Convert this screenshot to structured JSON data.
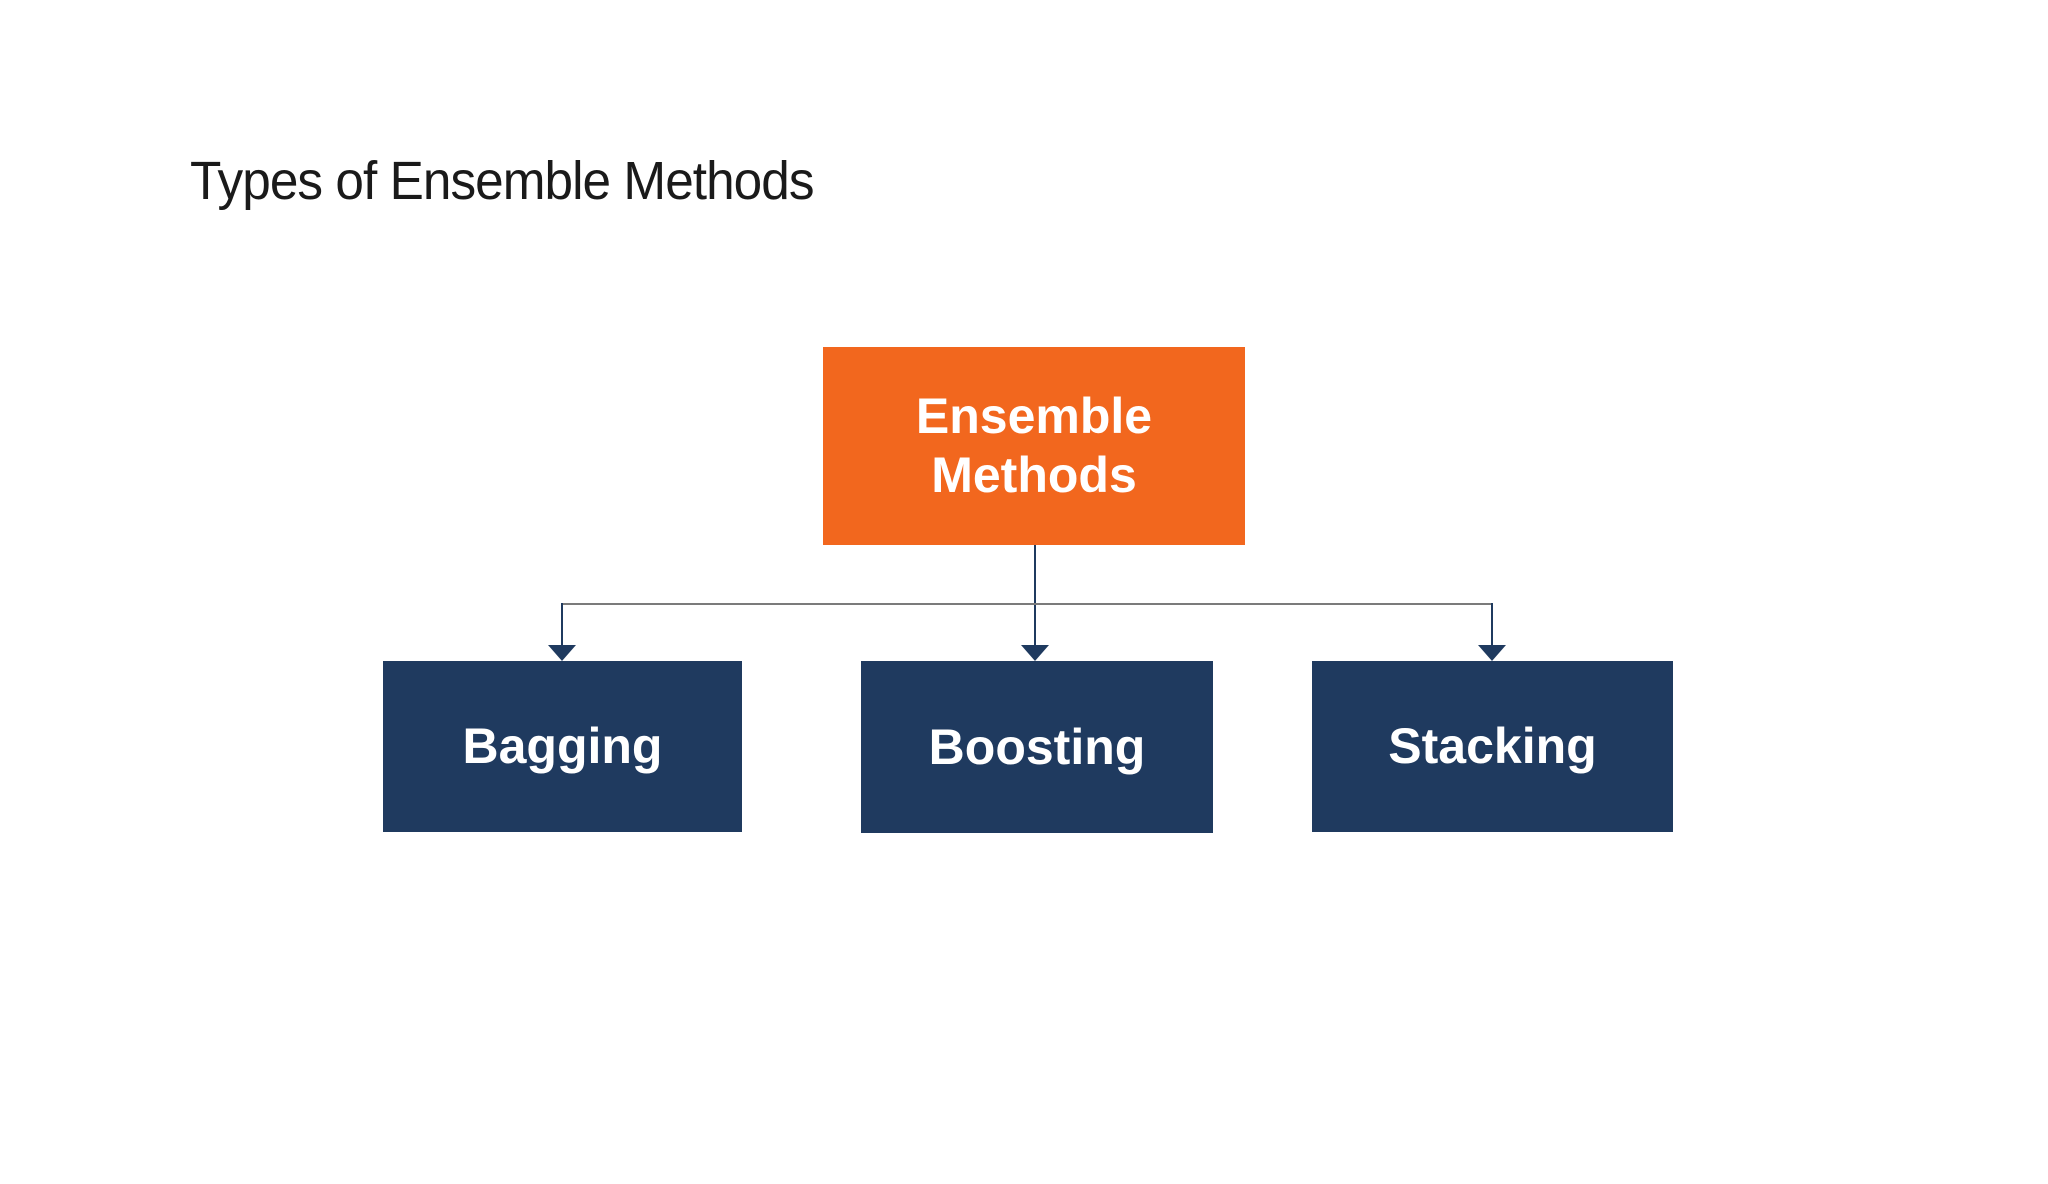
{
  "title": "Types of Ensemble Methods",
  "diagram": {
    "type": "tree",
    "root": {
      "label": "Ensemble Methods"
    },
    "children": [
      {
        "label": "Bagging"
      },
      {
        "label": "Boosting"
      },
      {
        "label": "Stacking"
      }
    ]
  },
  "colors": {
    "page-bg": "#ffffff",
    "title-color": "#1a1a1a",
    "root-fill": "#F2671E",
    "child-fill": "#1F3A5F",
    "node-text": "#ffffff",
    "connector": "#1F3A5F",
    "connector-gray": "#7b7b7b"
  }
}
